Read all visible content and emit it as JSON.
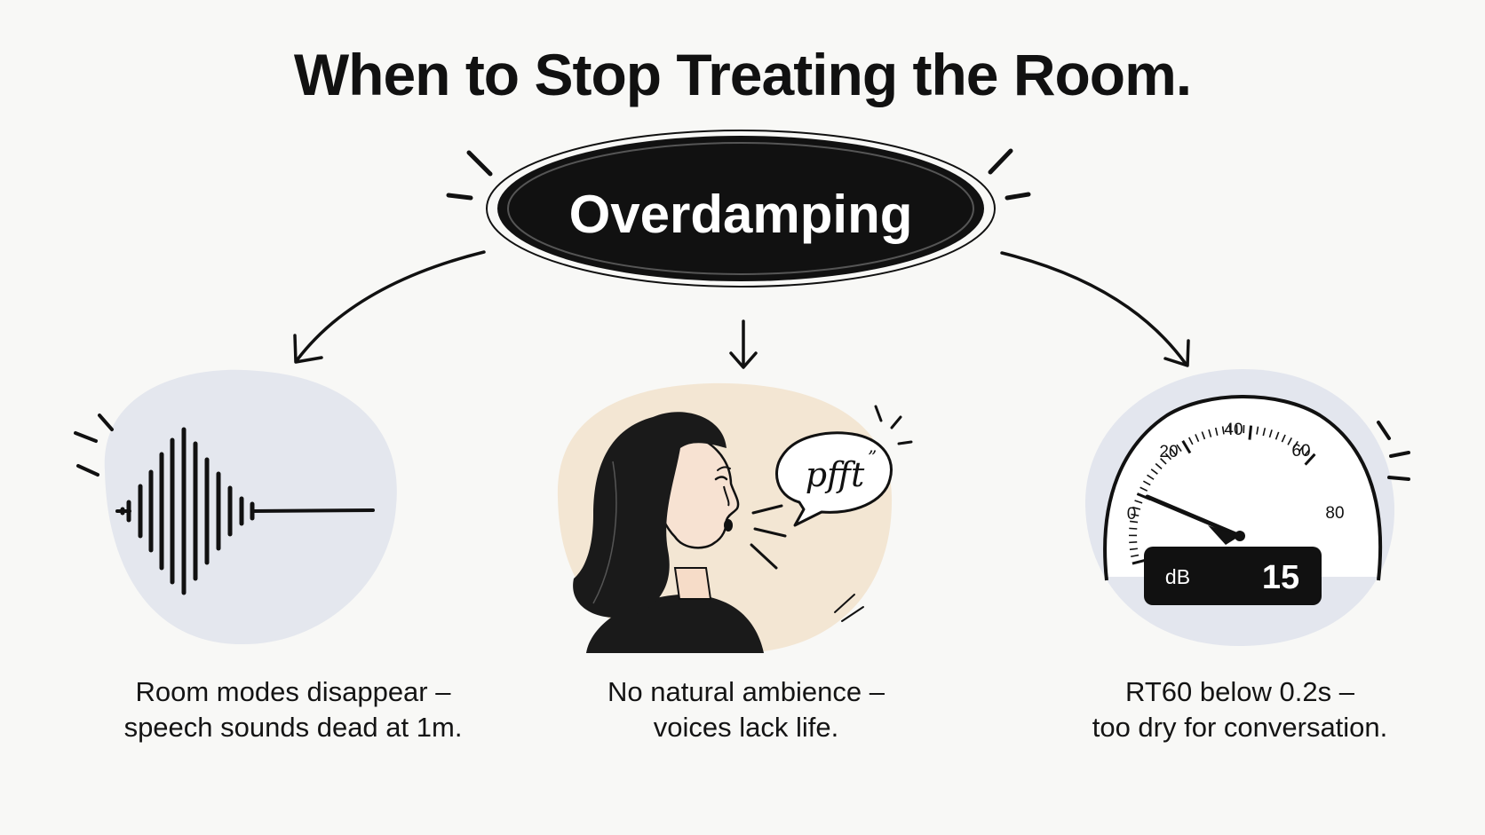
{
  "title": "When to Stop Treating the Room.",
  "hub": {
    "label": "Overdamping"
  },
  "panels": [
    {
      "id": "waveform",
      "icon": "waveform-icon",
      "caption_line1": "Room modes disappear –",
      "caption_line2": "speech sounds dead at 1m."
    },
    {
      "id": "voice",
      "icon": "speaking-woman-icon",
      "bubble_text": "pfft",
      "caption_line1": "No natural ambience –",
      "caption_line2": "voices lack life."
    },
    {
      "id": "meter",
      "icon": "sound-level-meter-icon",
      "caption_line1": "RT60 below 0.2s –",
      "caption_line2": "too dry for conversation."
    }
  ],
  "meter": {
    "tick_labels": [
      "0",
      "20",
      "40",
      "60",
      "80"
    ],
    "unit": "dB",
    "reading": "15"
  },
  "colors": {
    "hub_fill": "#111111",
    "hub_text": "#ffffff",
    "left_blob": "#e4e7ee",
    "center_blob": "#f3e6d3",
    "right_blob": "#e3e6ee"
  }
}
